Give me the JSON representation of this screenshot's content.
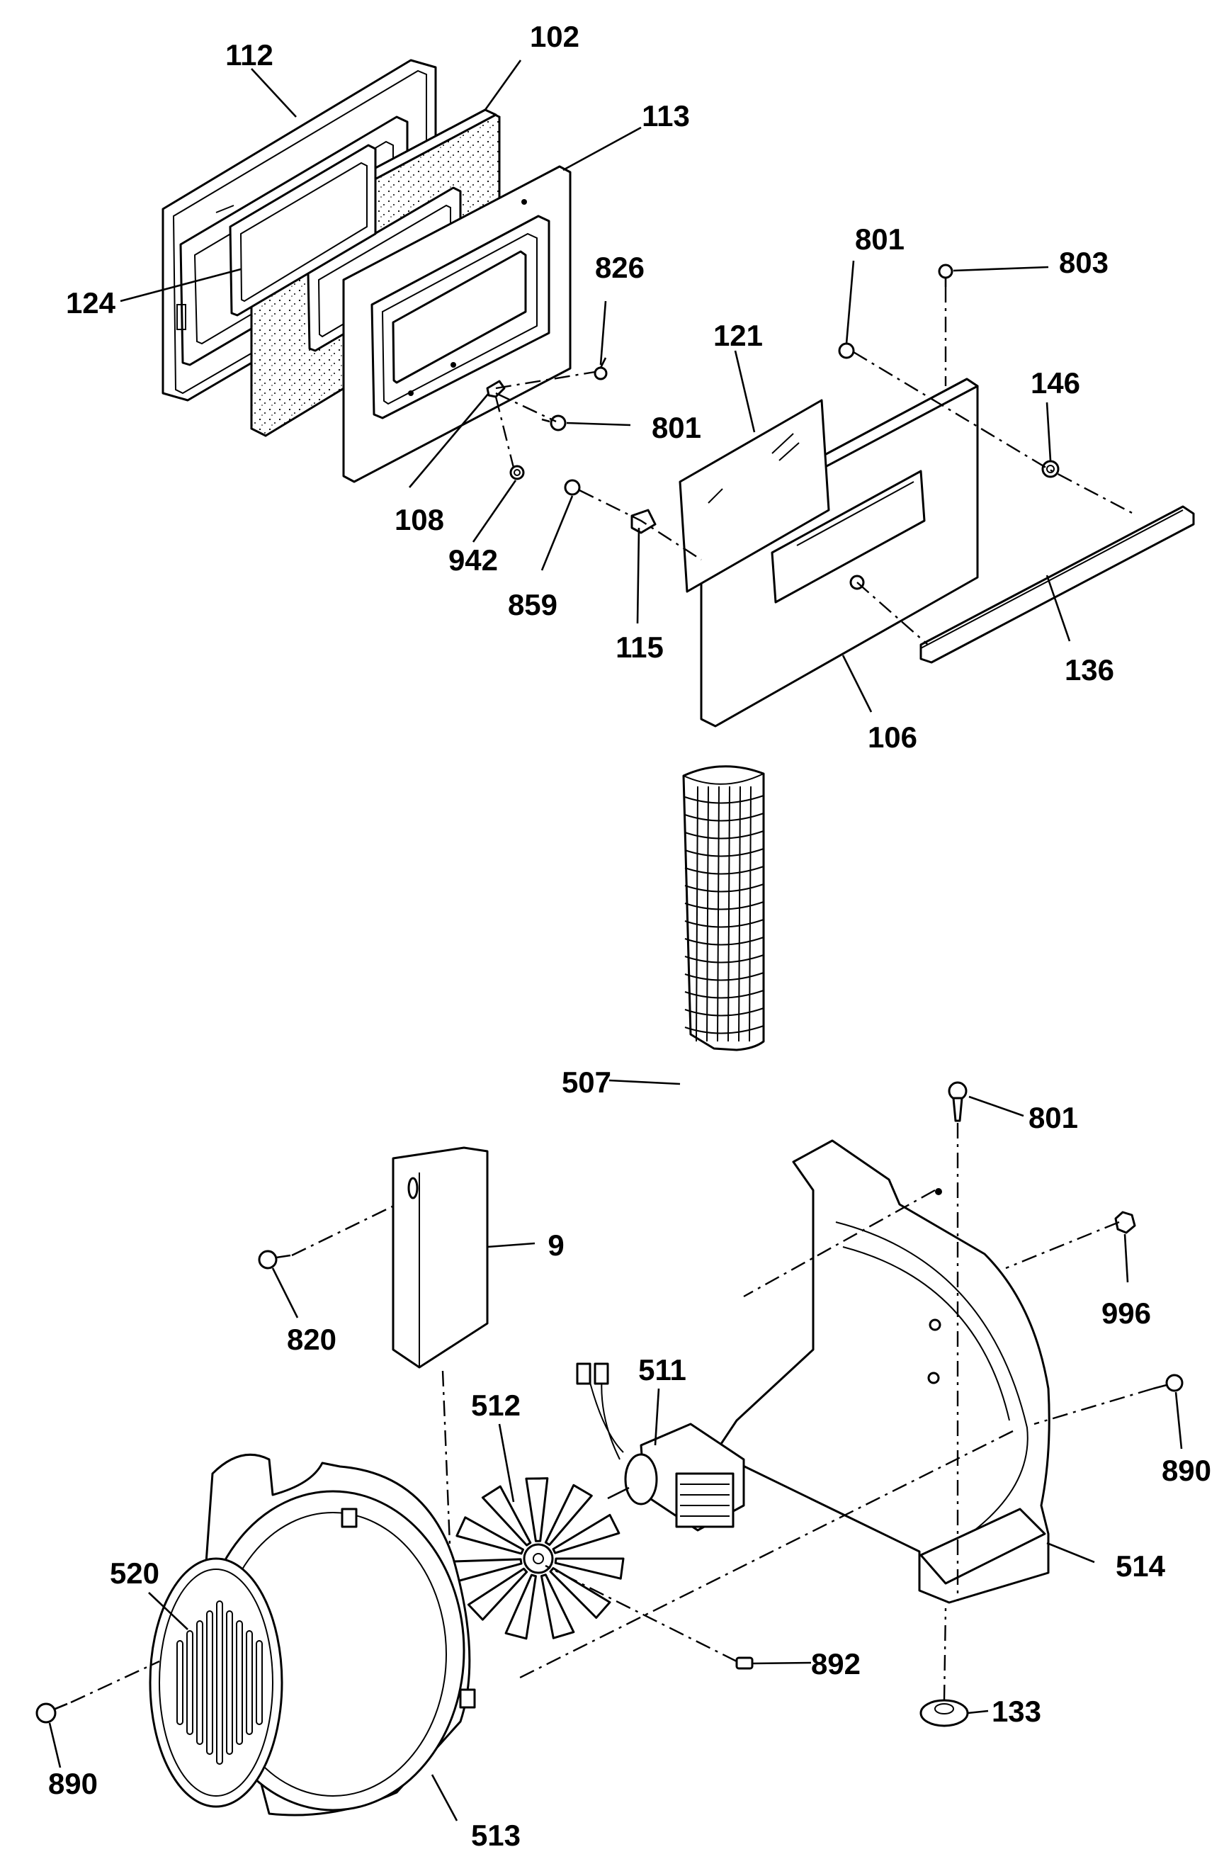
{
  "diagram": {
    "callouts": {
      "c112": "112",
      "c102": "102",
      "c113": "113",
      "c124": "124",
      "c826": "826",
      "c801_a": "801",
      "c801_b": "801",
      "c803": "803",
      "c121": "121",
      "c146": "146",
      "c108": "108",
      "c942": "942",
      "c859": "859",
      "c115": "115",
      "c136": "136",
      "c106": "106",
      "c507": "507",
      "c801_c": "801",
      "c9": "9",
      "c820": "820",
      "c996": "996",
      "c511": "511",
      "c512": "512",
      "c890_a": "890",
      "c520": "520",
      "c514": "514",
      "c892": "892",
      "c133": "133",
      "c890_b": "890",
      "c513": "513"
    }
  }
}
